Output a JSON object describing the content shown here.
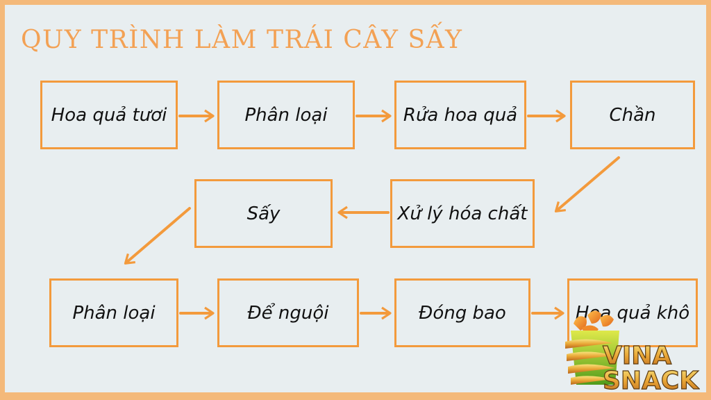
{
  "title": "QUY TRÌNH LÀM TRÁI CÂY SẤY",
  "steps": [
    "Hoa quả tươi",
    "Phân loại",
    "Rửa hoa quả",
    "Chần",
    "Xử lý hóa chất",
    "Sấy",
    "Phân loại",
    "Để nguội",
    "Đóng bao",
    "Hoa quả khô"
  ],
  "logo": {
    "line1": "VINA",
    "line2": "SNACK"
  },
  "colors": {
    "accent": "#f39a3c",
    "title": "#f3a154",
    "background": "#e8eef0",
    "frame": "#f4b97a"
  }
}
